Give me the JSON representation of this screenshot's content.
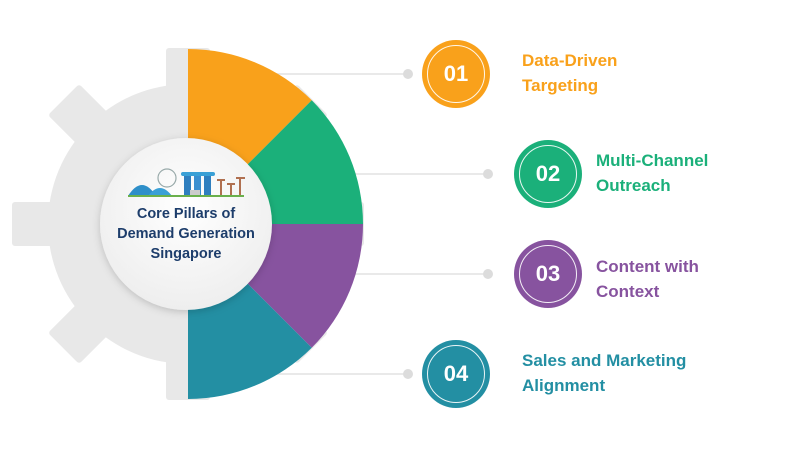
{
  "title": [
    "Core Pillars of",
    "Demand Generation",
    "Singapore"
  ],
  "colors": {
    "gear": "#e8e8e8",
    "title": "#1d3d6b",
    "connector": "#e2e2e2"
  },
  "pillars": [
    {
      "number": "01",
      "line1": "Data-Driven",
      "line2": "Targeting",
      "color": "#f9a11b"
    },
    {
      "number": "02",
      "line1": "Multi-Channel",
      "line2": "Outreach",
      "color": "#1bb07a"
    },
    {
      "number": "03",
      "line1": "Content with",
      "line2": "Context",
      "color": "#87539f"
    },
    {
      "number": "04",
      "line1": "Sales and Marketing",
      "line2": "Alignment",
      "color": "#238fa3"
    }
  ]
}
